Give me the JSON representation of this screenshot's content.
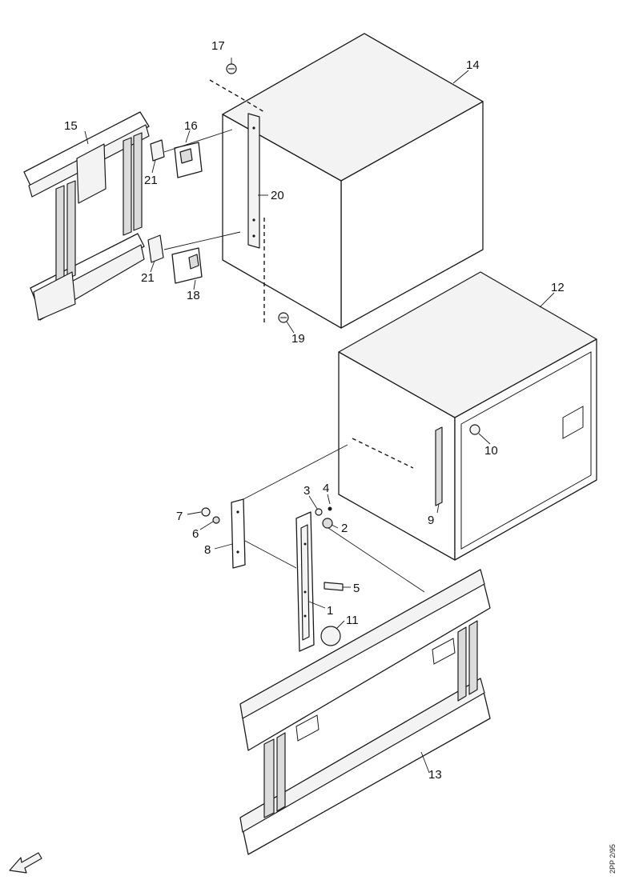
{
  "figure": {
    "code": "2PP 2/95",
    "callouts": {
      "c1": "1",
      "c2": "2",
      "c3": "3",
      "c4": "4",
      "c5": "5",
      "c6": "6",
      "c7": "7",
      "c8": "8",
      "c9": "9",
      "c10": "10",
      "c11": "11",
      "c12": "12",
      "c13": "13",
      "c14": "14",
      "c15": "15",
      "c16": "16",
      "c17": "17",
      "c18": "18",
      "c19": "19",
      "c20": "20",
      "c21a": "21",
      "c21b": "21"
    },
    "icons": {
      "orientation": "direction-arrow-icon"
    }
  }
}
